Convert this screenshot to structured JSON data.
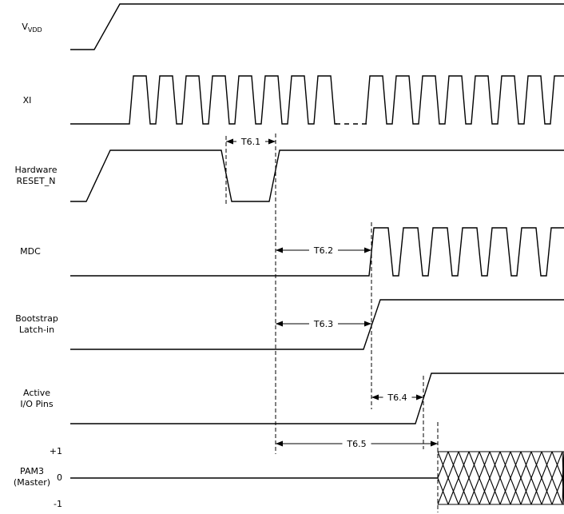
{
  "diagram": {
    "type": "timing-diagram",
    "background": "#ffffff",
    "line_color": "#000000",
    "signals": [
      {
        "id": "vvdd",
        "label_main": "V",
        "label_sub": "VDD"
      },
      {
        "id": "xi",
        "label": "XI"
      },
      {
        "id": "hardware-reset-n",
        "label_lines": [
          "Hardware",
          "RESET_N"
        ]
      },
      {
        "id": "mdc",
        "label": "MDC"
      },
      {
        "id": "bootstrap-latch-in",
        "label_lines": [
          "Bootstrap",
          "Latch-in"
        ]
      },
      {
        "id": "active-io-pins",
        "label_lines": [
          "Active",
          "I/O Pins"
        ]
      },
      {
        "id": "pam3-master",
        "label_lines": [
          "PAM3",
          "(Master)"
        ],
        "levels": [
          "+1",
          "0",
          "-1"
        ]
      }
    ],
    "annotations": [
      {
        "id": "t6-1",
        "label": "T6.1"
      },
      {
        "id": "t6-2",
        "label": "T6.2"
      },
      {
        "id": "t6-3",
        "label": "T6.3"
      },
      {
        "id": "t6-4",
        "label": "T6.4"
      },
      {
        "id": "t6-5",
        "label": "T6.5"
      }
    ]
  }
}
